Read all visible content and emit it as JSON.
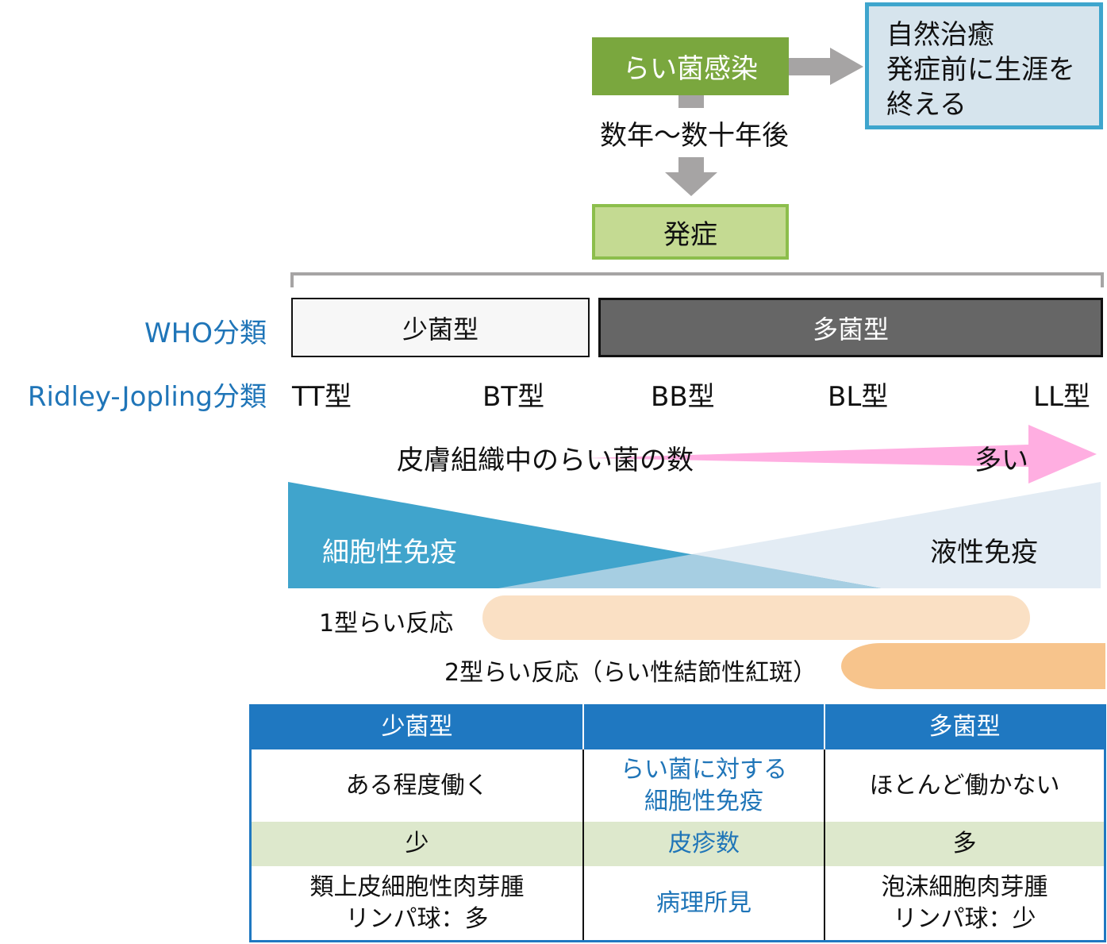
{
  "flow": {
    "infection": "らい菌感染",
    "natural_heal": [
      "自然治癒",
      "発症前に生涯を",
      "終える"
    ],
    "years_label": "数年〜数十年後",
    "onset": "発症"
  },
  "classification": {
    "who_label": "WHO分類",
    "who_groups": [
      "少菌型",
      "多菌型"
    ],
    "rj_label": "Ridley-Jopling分類",
    "rj_types": [
      "TT型",
      "BT型",
      "BB型",
      "BL型",
      "LL型"
    ]
  },
  "spectrum": {
    "bacteria_label": "皮膚組織中のらい菌の数",
    "bacteria_many": "多い",
    "cmi_label": "細胞性免疫",
    "humoral_label": "液性免疫",
    "type1_reaction": "1型らい反応",
    "type2_reaction": "2型らい反応（らい性結節性紅斑）"
  },
  "colors": {
    "infection_green": "#7aa73e",
    "onset_green": "#c4da92",
    "heal_blue_bg": "#d6e4ed",
    "heal_border": "#3ea5cd",
    "arrow_gray": "#a6a4a4",
    "multibacillary_gray": "#666666",
    "bacteria_pink": "#ffaee1",
    "cmi_blue": "#40a4cc",
    "humoral_light": "#e3ecf4",
    "overlap_blue": "#a6cee2",
    "type1_peach": "#fae0c4",
    "type2_orange": "#f7c48c",
    "table_blue": "#1f78c1",
    "table_green_row": "#dde8cc",
    "label_blue": "#1f75b8"
  },
  "table": {
    "headers": [
      "少菌型",
      "",
      "多菌型"
    ],
    "rows": [
      {
        "left": "ある程度働く",
        "middle": [
          "らい菌に対する",
          "細胞性免疫"
        ],
        "right": "ほとんど働かない"
      },
      {
        "left": "少",
        "middle": [
          "皮疹数"
        ],
        "right": "多"
      },
      {
        "left": [
          "類上皮細胞性肉芽腫",
          "リンパ球：多"
        ],
        "middle": [
          "病理所見"
        ],
        "right": [
          "泡沫細胞肉芽腫",
          "リンパ球：少"
        ]
      }
    ]
  }
}
